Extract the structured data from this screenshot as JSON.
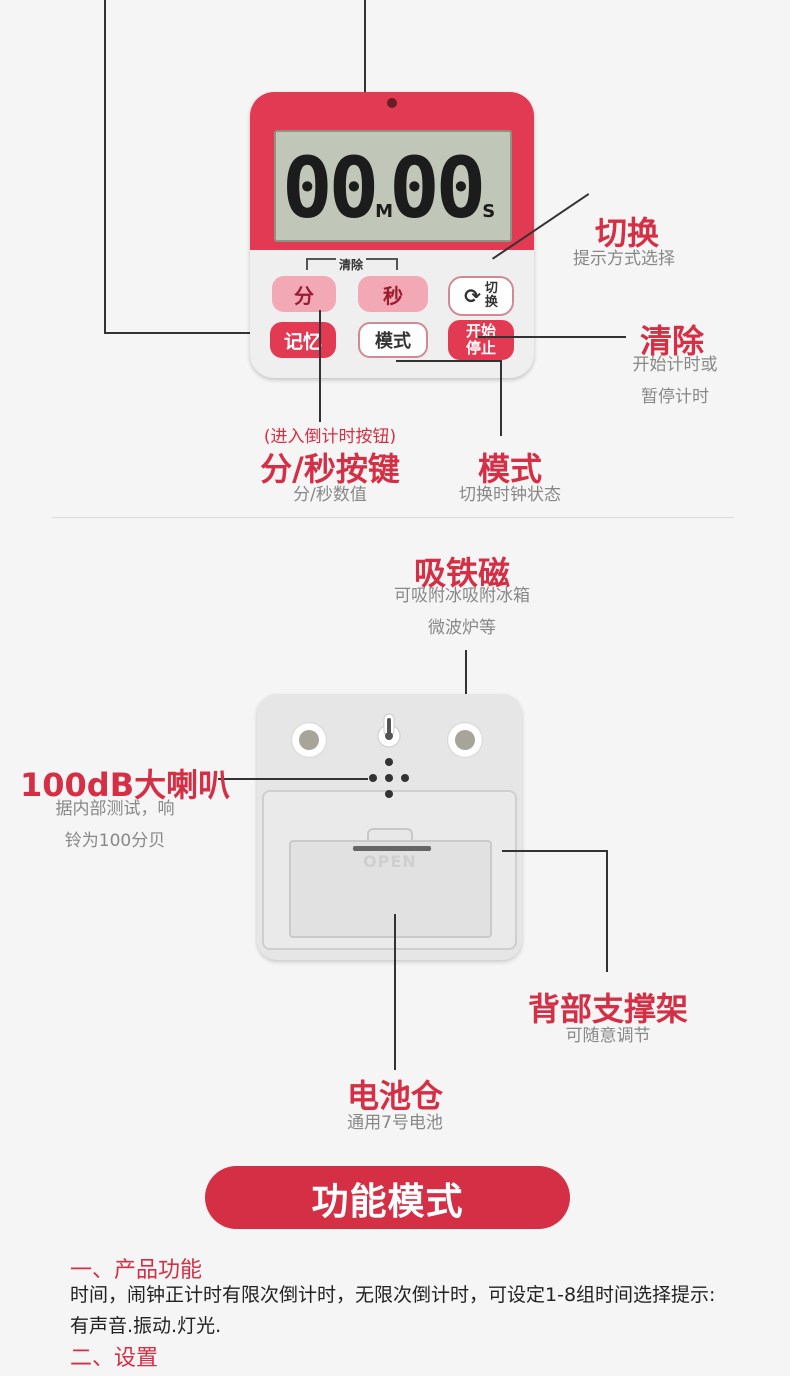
{
  "front": {
    "lcd": {
      "minutes": "00",
      "minutes_unit": "M",
      "seconds": "00",
      "seconds_unit": "S"
    },
    "clear_label": "清除",
    "buttons": {
      "minute": "分",
      "second": "秒",
      "switch_line1": "切",
      "switch_line2": "换",
      "memory": "记忆",
      "mode": "模式",
      "start_line1": "开始",
      "start_line2": "停止"
    }
  },
  "callouts": {
    "switch": {
      "title": "切换",
      "desc": "提示方式选择"
    },
    "clear": {
      "title": "清除",
      "desc1": "开始计时或",
      "desc2": "暂停计时"
    },
    "minsec": {
      "note": "(进入倒计时按钮)",
      "title": "分/秒按键",
      "desc": "分/秒数值"
    },
    "mode": {
      "title": "模式",
      "desc": "切换时钟状态"
    },
    "magnet": {
      "title": "吸铁磁",
      "desc1": "可吸附冰吸附冰箱",
      "desc2": "微波炉等"
    },
    "speaker": {
      "title": "100dB大喇叭",
      "desc1": "据内部测试，响",
      "desc2": "铃为100分贝"
    },
    "stand": {
      "title": "背部支撑架",
      "desc": "可随意调节"
    },
    "battery": {
      "title": "电池仓",
      "desc": "通用7号电池"
    }
  },
  "back": {
    "open_label": "OPEN"
  },
  "banner": {
    "title": "功能模式"
  },
  "sections": {
    "product_heading": "一、产品功能",
    "product_text": "时间，闹钟正计时有限次倒计时，无限次倒计时，可设定1-8组时间选择提示:有声音.振动.灯光.",
    "settings_heading": "二、设置"
  },
  "colors": {
    "accent": "#d42f45",
    "timer_red": "#e23a52",
    "lcd": "#c0c6b8"
  }
}
